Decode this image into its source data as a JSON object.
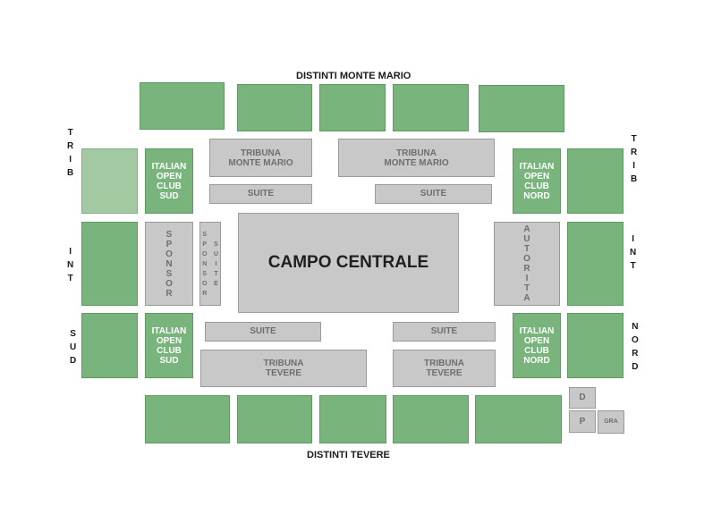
{
  "labels": {
    "top": "DISTINTI MONTE MARIO",
    "bottom": "DISTINTI TEVERE",
    "left_trib": "TRIB",
    "left_int": "INT",
    "left_sud": "SUD",
    "right_trib": "TRIB",
    "right_int": "INT",
    "right_nord": "NORD"
  },
  "sections": {
    "campo": "CAMPO CENTRALE",
    "tribuna_mm_left": [
      "TRIBUNA",
      "MONTE MARIO"
    ],
    "tribuna_mm_right": [
      "TRIBUNA",
      "MONTE MARIO"
    ],
    "tribuna_tevere_left": [
      "TRIBUNA",
      "TEVERE"
    ],
    "tribuna_tevere_right": [
      "TRIBUNA",
      "TEVERE"
    ],
    "suite": "SUITE",
    "sponsor": "SPONSOR",
    "sponsor_small": "SPONSOR",
    "suite_small": "SUITE",
    "autorita": "AUTORITA",
    "club_sud": [
      "ITALIAN",
      "OPEN",
      "CLUB",
      "SUD"
    ],
    "club_nord": [
      "ITALIAN",
      "OPEN",
      "CLUB",
      "NORD"
    ],
    "d": "D",
    "p": "P",
    "gra": "GRA"
  },
  "colors": {
    "green": "#78b47c",
    "light_green": "#a3c9a3",
    "gray": "#c8c8c8"
  }
}
